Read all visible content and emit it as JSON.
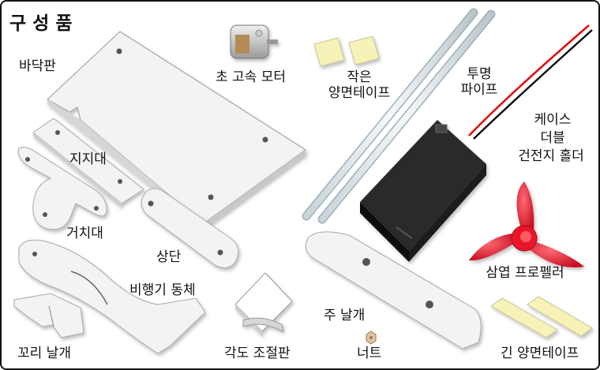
{
  "title": "구 성 품",
  "parts": {
    "base_plate": "바닥판",
    "motor": "초 고속 모터",
    "small_tape_line1": "작은",
    "small_tape_line2": "양면테이프",
    "pipe_line1": "투명",
    "pipe_line2": "파이프",
    "holder_line1": "케이스",
    "holder_line2": "더블",
    "holder_line3": "건전지 홀더",
    "support": "지지대",
    "mount": "거치대",
    "top_plate": "상단",
    "fuselage": "비행기 동체",
    "propeller": "삼엽 프로펠러",
    "main_wing": "주 날개",
    "tail_wing": "꼬리 날개",
    "angle_plate": "각도 조절판",
    "nut": "너트",
    "long_tape": "긴 양면테이프"
  },
  "colors": {
    "plate": "#f2f2f2",
    "plate_edge": "#9a9a9a",
    "tape": "#f7f2b8",
    "propeller": "#e8132a",
    "battery": "#1c1c1c",
    "pipe": "#d9e3e8"
  }
}
